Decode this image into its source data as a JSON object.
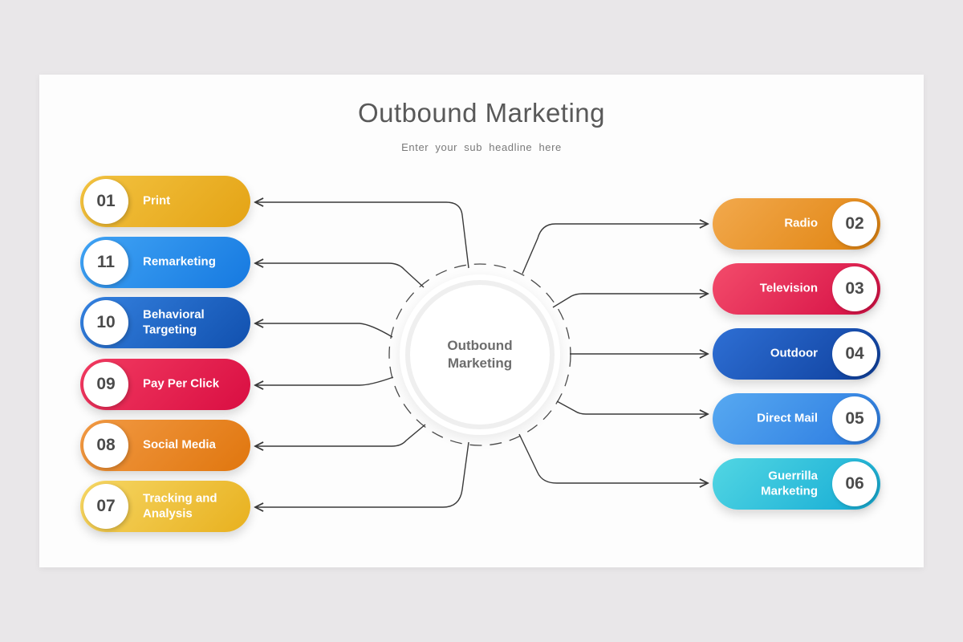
{
  "title": "Outbound Marketing",
  "subtitle": "Enter your sub headline here",
  "center": {
    "label": "Outbound Marketing"
  },
  "line_color": "#3a3a3a",
  "left_items": [
    {
      "number": "01",
      "label": "Print",
      "color_from": "#f3c341",
      "color_to": "#e4a315"
    },
    {
      "number": "11",
      "label": "Remarketing",
      "color_from": "#41a4f5",
      "color_to": "#1679e0"
    },
    {
      "number": "10",
      "label": "Behavioral Targeting",
      "color_from": "#3582e0",
      "color_to": "#1150ae"
    },
    {
      "number": "09",
      "label": "Pay Per Click",
      "color_from": "#f23b61",
      "color_to": "#d90e42"
    },
    {
      "number": "08",
      "label": "Social Media",
      "color_from": "#f29a44",
      "color_to": "#e0760e"
    },
    {
      "number": "07",
      "label": "Tracking and Analysis",
      "color_from": "#f6d765",
      "color_to": "#e8b01e"
    }
  ],
  "right_items": [
    {
      "number": "02",
      "label": "Radio",
      "color_from": "#f2a94d",
      "color_to": "#e0830f"
    },
    {
      "number": "03",
      "label": "Television",
      "color_from": "#f34c6b",
      "color_to": "#d50e44"
    },
    {
      "number": "04",
      "label": "Outdoor",
      "color_from": "#2e6fd4",
      "color_to": "#0e3f9c"
    },
    {
      "number": "05",
      "label": "Direct Mail",
      "color_from": "#57a9f1",
      "color_to": "#2b7ae0"
    },
    {
      "number": "06",
      "label": "Guerrilla Marketing",
      "color_from": "#52d6e3",
      "color_to": "#14abd4"
    }
  ]
}
